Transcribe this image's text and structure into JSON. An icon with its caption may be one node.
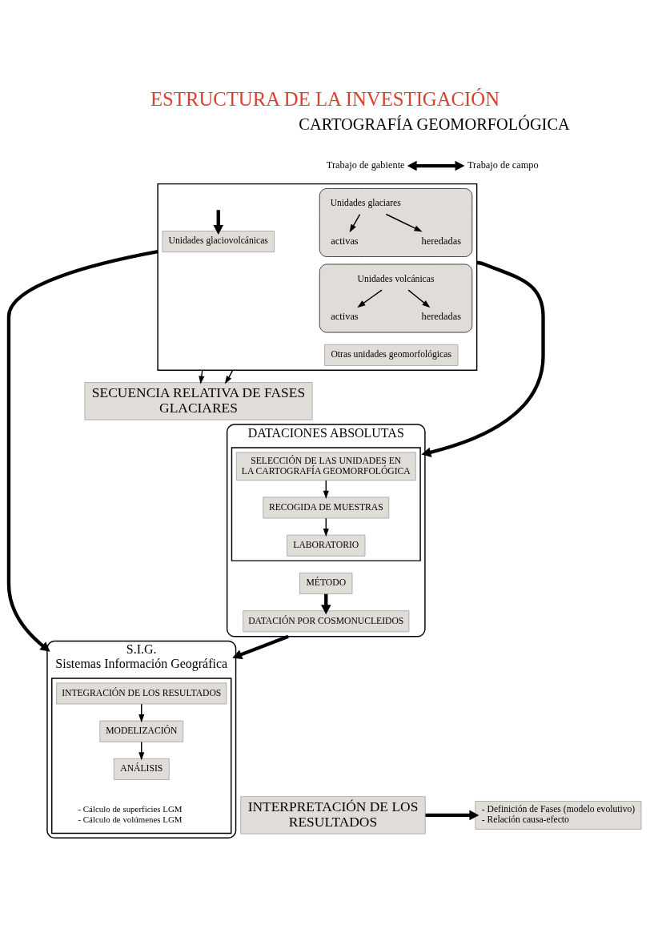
{
  "diagram": {
    "title": "ESTRUCTURA DE LA INVESTIGACIÓN",
    "nodes": [
      {
        "text": [
          "Trabajo de gabiente"
        ]
      },
      {
        "text": [
          "Trabajo de campo"
        ]
      },
      {
        "text": [],
        "shape": "box"
      },
      {
        "text": [
          "Unidades glaciares"
        ],
        "in": 2
      },
      {
        "text": [
          "activas"
        ],
        "in": 3
      },
      {
        "text": [
          "heredadas"
        ],
        "in": 3
      },
      {
        "text": [
          "Unidades volcánicas"
        ],
        "in": 2
      },
      {
        "text": [
          "activas"
        ],
        "in": 6
      },
      {
        "text": [
          "heredadas"
        ],
        "in": 6
      },
      {
        "text": [
          "Otras unidades geomorfológicas"
        ],
        "in": 2
      },
      {
        "text": [
          "Unidades glaciovolcánicas"
        ],
        "in": 2
      },
      {
        "text": [
          "SECUENCIA RELATIVA DE FASES GLACIARES"
        ]
      },
      {
        "text": [
          "DATACIONES ABSOLUTAS"
        ]
      },
      {
        "text": [],
        "shape": "box",
        "in": 12
      },
      {
        "text": [
          "SELECCIÓN DE LAS UNIDADES EN LA CARTOGRAFÍA GEOMORFOLÓGICA"
        ],
        "in": 13
      },
      {
        "text": [
          "RECOGIDA DE MUESTRAS"
        ],
        "in": 13
      },
      {
        "text": [
          "LABORATORIO"
        ],
        "in": 13
      },
      {
        "text": [
          "MÉTODO"
        ],
        "in": 12
      },
      {
        "text": [
          "DATACIÓN POR COSMONUCLEIDOS"
        ],
        "in": 12
      },
      {
        "text": [
          "S.I.G.",
          "Sistemas Información Geográfica"
        ]
      },
      {
        "text": [],
        "shape": "box",
        "in": 19
      },
      {
        "text": [
          "INTEGRACIÓN DE LOS RESULTADOS"
        ],
        "in": 20
      },
      {
        "text": [
          "MODELIZACIÓN"
        ],
        "in": 20
      },
      {
        "text": [
          "ANÁLISIS"
        ],
        "in": 20,
        "beside": [
          "- Cálculo de superficies LGM",
          "- Cálculo de volúmenes LGM"
        ]
      },
      {
        "text": [
          "INTERPRETACIÓN DE LOS RESULTADOS"
        ]
      },
      {
        "text": [
          "- Definición de Fases (modelo evolutivo)",
          "- Relación causa-efecto"
        ]
      }
    ],
    "edges": [
      {
        "from": 0,
        "to": 1,
        "arrow": "both",
        "style": "thick"
      },
      {
        "from": 3,
        "to": 4,
        "arrow": "to"
      },
      {
        "from": 3,
        "to": 5,
        "arrow": "to"
      },
      {
        "from": 6,
        "to": 7,
        "arrow": "to"
      },
      {
        "from": 6,
        "to": 8,
        "arrow": "to"
      },
      {
        "from": null,
        "to": 10,
        "arrow": "to",
        "style": "thick"
      },
      {
        "from": 2,
        "to": 11,
        "arrow": "to"
      },
      {
        "from": 2,
        "to": 11,
        "arrow": "to"
      },
      {
        "from": 2,
        "to": 12,
        "arrow": "to",
        "style": "thick"
      },
      {
        "from": 2,
        "to": 19,
        "arrow": "to",
        "style": "thick"
      },
      {
        "from": 14,
        "to": 15,
        "arrow": "to"
      },
      {
        "from": 15,
        "to": 16,
        "arrow": "to"
      },
      {
        "from": 17,
        "to": 18,
        "arrow": "to",
        "style": "thick"
      },
      {
        "from": 12,
        "to": 19,
        "arrow": "to",
        "style": "thick"
      },
      {
        "from": 21,
        "to": 22,
        "arrow": "to"
      },
      {
        "from": 22,
        "to": 23,
        "arrow": "to"
      },
      {
        "from": 24,
        "to": 25,
        "arrow": "to",
        "style": "thick"
      }
    ],
    "labels": [
      "CARTOGRAFÍA GEOMORFOLÓGICA"
    ]
  }
}
